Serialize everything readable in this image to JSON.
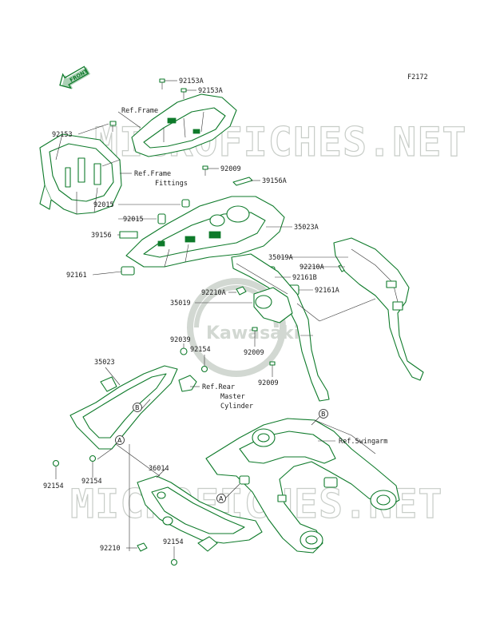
{
  "figure_id": "F2172",
  "front_arrow_label": "FRONT",
  "watermark": {
    "text": "MICROFICHES.NET",
    "badge": "Kawasaki"
  },
  "part_labels": [
    {
      "id": "p92153A_1",
      "text": "92153A"
    },
    {
      "id": "p92153A_2",
      "text": "92153A"
    },
    {
      "id": "p92153",
      "text": "92153"
    },
    {
      "id": "p92009_1",
      "text": "92009"
    },
    {
      "id": "p39156A",
      "text": "39156A"
    },
    {
      "id": "p92015_1",
      "text": "92015"
    },
    {
      "id": "p92015_2",
      "text": "92015"
    },
    {
      "id": "p35023A",
      "text": "35023A"
    },
    {
      "id": "p39156",
      "text": "39156"
    },
    {
      "id": "p35019A",
      "text": "35019A"
    },
    {
      "id": "p92210A_1",
      "text": "92210A"
    },
    {
      "id": "p92161B",
      "text": "92161B"
    },
    {
      "id": "p92161",
      "text": "92161"
    },
    {
      "id": "p92161A",
      "text": "92161A"
    },
    {
      "id": "p35019",
      "text": "35019"
    },
    {
      "id": "p92210A_2",
      "text": "92210A"
    },
    {
      "id": "p92039",
      "text": "92039"
    },
    {
      "id": "p92154_1",
      "text": "92154"
    },
    {
      "id": "p92009_2",
      "text": "92009"
    },
    {
      "id": "p35023",
      "text": "35023"
    },
    {
      "id": "p92009_3",
      "text": "92009"
    },
    {
      "id": "p36014",
      "text": "36014"
    },
    {
      "id": "p92154_2",
      "text": "92154"
    },
    {
      "id": "p92154_3",
      "text": "92154"
    },
    {
      "id": "p92210",
      "text": "92210"
    },
    {
      "id": "p92154_4",
      "text": "92154"
    }
  ],
  "reference_labels": [
    {
      "id": "ref_frame",
      "text": "Ref.Frame"
    },
    {
      "id": "ref_frame_fittings",
      "text": "Ref.Frame"
    },
    {
      "id": "ref_frame_fittings2",
      "text": "Fittings"
    },
    {
      "id": "ref_rear_master",
      "text": "Ref.Rear"
    },
    {
      "id": "ref_rear_master2",
      "text": "Master"
    },
    {
      "id": "ref_rear_master3",
      "text": "Cylinder"
    },
    {
      "id": "ref_swingarm",
      "text": "Ref.Swingarm"
    }
  ],
  "callouts": [
    "A",
    "B"
  ],
  "colors": {
    "line_art": "#0e7a2a",
    "text": "#1c1c1c",
    "watermark": "#c8cdc8",
    "background": "#ffffff"
  }
}
